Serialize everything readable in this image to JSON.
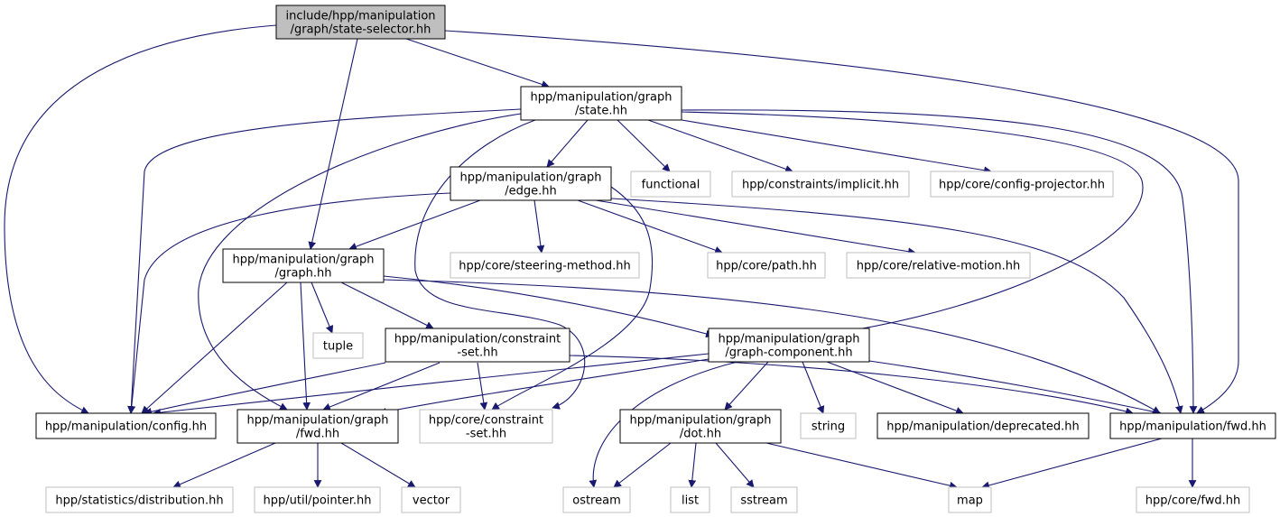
{
  "colors": {
    "edge": "#191970",
    "root_fill": "#bfbfbf",
    "external_border": "#bfbfbf",
    "internal_border": "#000000",
    "background": "#ffffff"
  },
  "nodes": [
    {
      "id": "root",
      "lines": [
        "include/hpp/manipulation",
        "/graph/state-selector.hh"
      ],
      "kind": "root"
    },
    {
      "id": "state",
      "lines": [
        "hpp/manipulation/graph",
        "/state.hh"
      ],
      "kind": "internal"
    },
    {
      "id": "edge",
      "lines": [
        "hpp/manipulation/graph",
        "/edge.hh"
      ],
      "kind": "internal"
    },
    {
      "id": "graph",
      "lines": [
        "hpp/manipulation/graph",
        "/graph.hh"
      ],
      "kind": "internal"
    },
    {
      "id": "constraint_set",
      "lines": [
        "hpp/manipulation/constraint",
        "-set.hh"
      ],
      "kind": "internal"
    },
    {
      "id": "graph_component",
      "lines": [
        "hpp/manipulation/graph",
        "/graph-component.hh"
      ],
      "kind": "internal"
    },
    {
      "id": "config",
      "lines": [
        "hpp/manipulation/config.hh"
      ],
      "kind": "internal"
    },
    {
      "id": "graph_fwd",
      "lines": [
        "hpp/manipulation/graph",
        "/fwd.hh"
      ],
      "kind": "internal"
    },
    {
      "id": "core_constraint_set",
      "lines": [
        "hpp/core/constraint",
        "-set.hh"
      ],
      "kind": "external"
    },
    {
      "id": "dot",
      "lines": [
        "hpp/manipulation/graph",
        "/dot.hh"
      ],
      "kind": "internal"
    },
    {
      "id": "string",
      "lines": [
        "string"
      ],
      "kind": "external"
    },
    {
      "id": "deprecated",
      "lines": [
        "hpp/manipulation/deprecated.hh"
      ],
      "kind": "internal"
    },
    {
      "id": "manip_fwd",
      "lines": [
        "hpp/manipulation/fwd.hh"
      ],
      "kind": "internal"
    },
    {
      "id": "functional",
      "lines": [
        "functional"
      ],
      "kind": "external"
    },
    {
      "id": "implicit",
      "lines": [
        "hpp/constraints/implicit.hh"
      ],
      "kind": "external"
    },
    {
      "id": "config_projector",
      "lines": [
        "hpp/core/config-projector.hh"
      ],
      "kind": "external"
    },
    {
      "id": "steering",
      "lines": [
        "hpp/core/steering-method.hh"
      ],
      "kind": "external"
    },
    {
      "id": "path",
      "lines": [
        "hpp/core/path.hh"
      ],
      "kind": "external"
    },
    {
      "id": "relative_motion",
      "lines": [
        "hpp/core/relative-motion.hh"
      ],
      "kind": "external"
    },
    {
      "id": "tuple",
      "lines": [
        "tuple"
      ],
      "kind": "external"
    },
    {
      "id": "distribution",
      "lines": [
        "hpp/statistics/distribution.hh"
      ],
      "kind": "external"
    },
    {
      "id": "pointer",
      "lines": [
        "hpp/util/pointer.hh"
      ],
      "kind": "external"
    },
    {
      "id": "vector",
      "lines": [
        "vector"
      ],
      "kind": "external"
    },
    {
      "id": "ostream",
      "lines": [
        "ostream"
      ],
      "kind": "external"
    },
    {
      "id": "list",
      "lines": [
        "list"
      ],
      "kind": "external"
    },
    {
      "id": "sstream",
      "lines": [
        "sstream"
      ],
      "kind": "external"
    },
    {
      "id": "map",
      "lines": [
        "map"
      ],
      "kind": "external"
    },
    {
      "id": "core_fwd",
      "lines": [
        "hpp/core/fwd.hh"
      ],
      "kind": "external"
    }
  ],
  "edges": [
    [
      "root",
      "config"
    ],
    [
      "root",
      "graph"
    ],
    [
      "root",
      "state"
    ],
    [
      "root",
      "manip_fwd"
    ],
    [
      "state",
      "config"
    ],
    [
      "state",
      "graph_fwd"
    ],
    [
      "state",
      "core_constraint_set"
    ],
    [
      "state",
      "edge"
    ],
    [
      "state",
      "functional"
    ],
    [
      "state",
      "implicit"
    ],
    [
      "state",
      "config_projector"
    ],
    [
      "state",
      "graph_component"
    ],
    [
      "state",
      "manip_fwd"
    ],
    [
      "edge",
      "config"
    ],
    [
      "edge",
      "graph"
    ],
    [
      "edge",
      "steering"
    ],
    [
      "edge",
      "path"
    ],
    [
      "edge",
      "relative_motion"
    ],
    [
      "edge",
      "core_constraint_set"
    ],
    [
      "edge",
      "manip_fwd"
    ],
    [
      "graph",
      "config"
    ],
    [
      "graph",
      "graph_fwd"
    ],
    [
      "graph",
      "tuple"
    ],
    [
      "graph",
      "constraint_set"
    ],
    [
      "graph",
      "graph_component"
    ],
    [
      "graph",
      "manip_fwd"
    ],
    [
      "constraint_set",
      "config"
    ],
    [
      "constraint_set",
      "graph_fwd"
    ],
    [
      "constraint_set",
      "core_constraint_set"
    ],
    [
      "constraint_set",
      "manip_fwd"
    ],
    [
      "graph_component",
      "config"
    ],
    [
      "graph_component",
      "graph_fwd"
    ],
    [
      "graph_component",
      "ostream"
    ],
    [
      "graph_component",
      "dot"
    ],
    [
      "graph_component",
      "string"
    ],
    [
      "graph_component",
      "deprecated"
    ],
    [
      "graph_component",
      "manip_fwd"
    ],
    [
      "graph_fwd",
      "distribution"
    ],
    [
      "graph_fwd",
      "pointer"
    ],
    [
      "graph_fwd",
      "vector"
    ],
    [
      "dot",
      "ostream"
    ],
    [
      "dot",
      "list"
    ],
    [
      "dot",
      "sstream"
    ],
    [
      "dot",
      "map"
    ],
    [
      "manip_fwd",
      "map"
    ],
    [
      "manip_fwd",
      "core_fwd"
    ]
  ]
}
